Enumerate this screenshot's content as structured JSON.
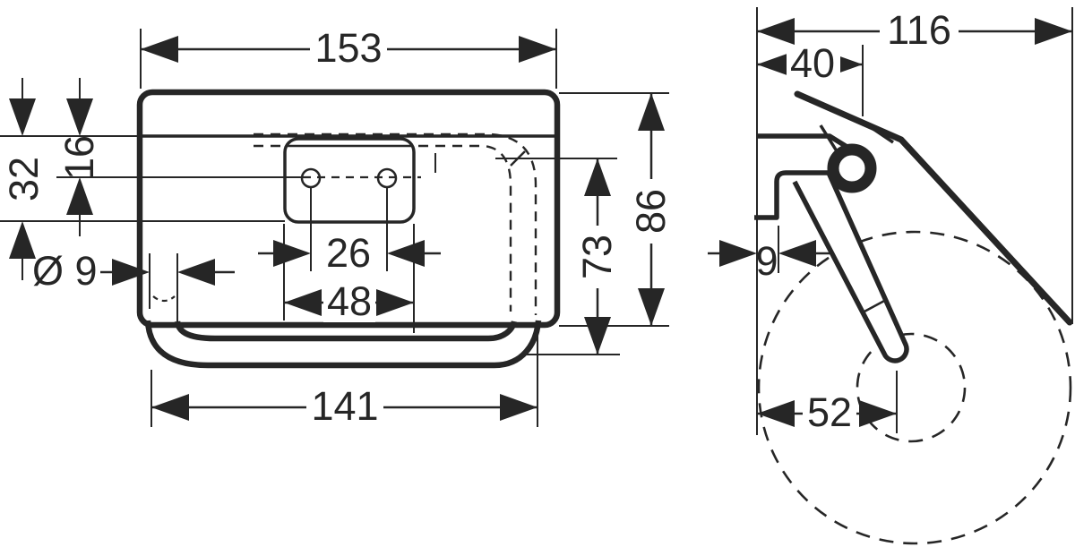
{
  "front_view": {
    "width_top": "153",
    "bracket_height": "32",
    "hole_offset": "16",
    "bar_diameter": "Ø 9",
    "hole_spacing": "26",
    "plate_width": "48",
    "width_bottom": "141",
    "inner_height": "73",
    "total_height": "86"
  },
  "side_view": {
    "total_depth": "116",
    "bracket_depth": "40",
    "wall_clearance": "9",
    "roll_center_offset": "52"
  },
  "colors": {
    "line": "#262626",
    "background": "#ffffff"
  }
}
